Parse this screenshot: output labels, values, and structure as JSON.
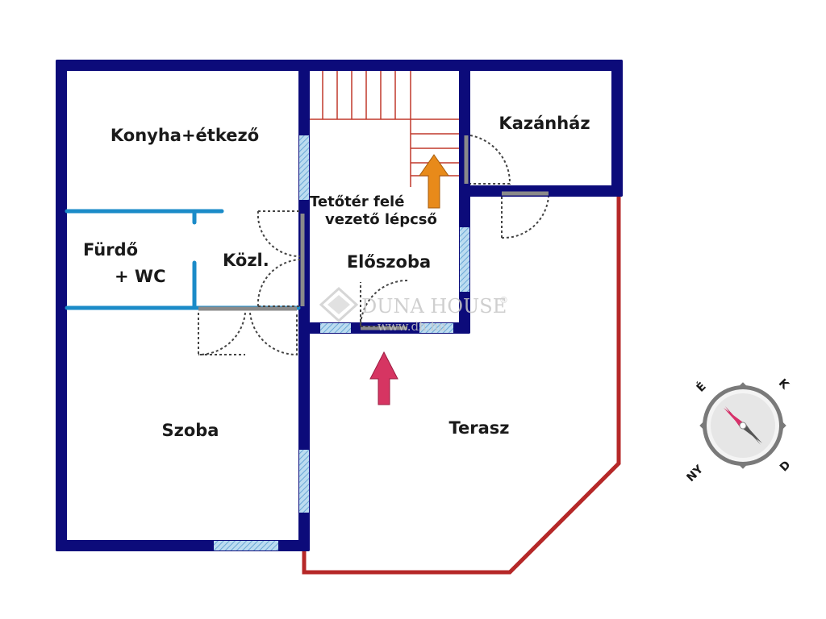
{
  "floorplan": {
    "rooms": [
      {
        "id": "konyha",
        "label": "Konyha+étkező"
      },
      {
        "id": "kazanhaz",
        "label": "Kazánház"
      },
      {
        "id": "eloszoba",
        "label": "Előszoba"
      },
      {
        "id": "furdo",
        "label": "Fürdő",
        "label2": "+ WC"
      },
      {
        "id": "kozl",
        "label": "Közl."
      },
      {
        "id": "szoba",
        "label": "Szoba"
      },
      {
        "id": "terasz",
        "label": "Terasz"
      }
    ],
    "stairs_note": {
      "line1": "Tetőtér felé",
      "line2": "vezető lépcső"
    }
  },
  "watermark": {
    "brand": "DUNA HOUSE",
    "mark": "®",
    "url": "www.dh.hu"
  },
  "compass": {
    "n": "É",
    "e": "K",
    "s": "D",
    "w": "NY"
  },
  "colors": {
    "wall": "#0c0b7a",
    "partition": "#1b8bc8",
    "terrace": "#b62828",
    "stairs": "#c0392b",
    "window": "#9cc8e6",
    "arrow_entry": "#d63562",
    "arrow_stairs": "#e88a1a",
    "compass_ring": "#6f6f6f"
  }
}
